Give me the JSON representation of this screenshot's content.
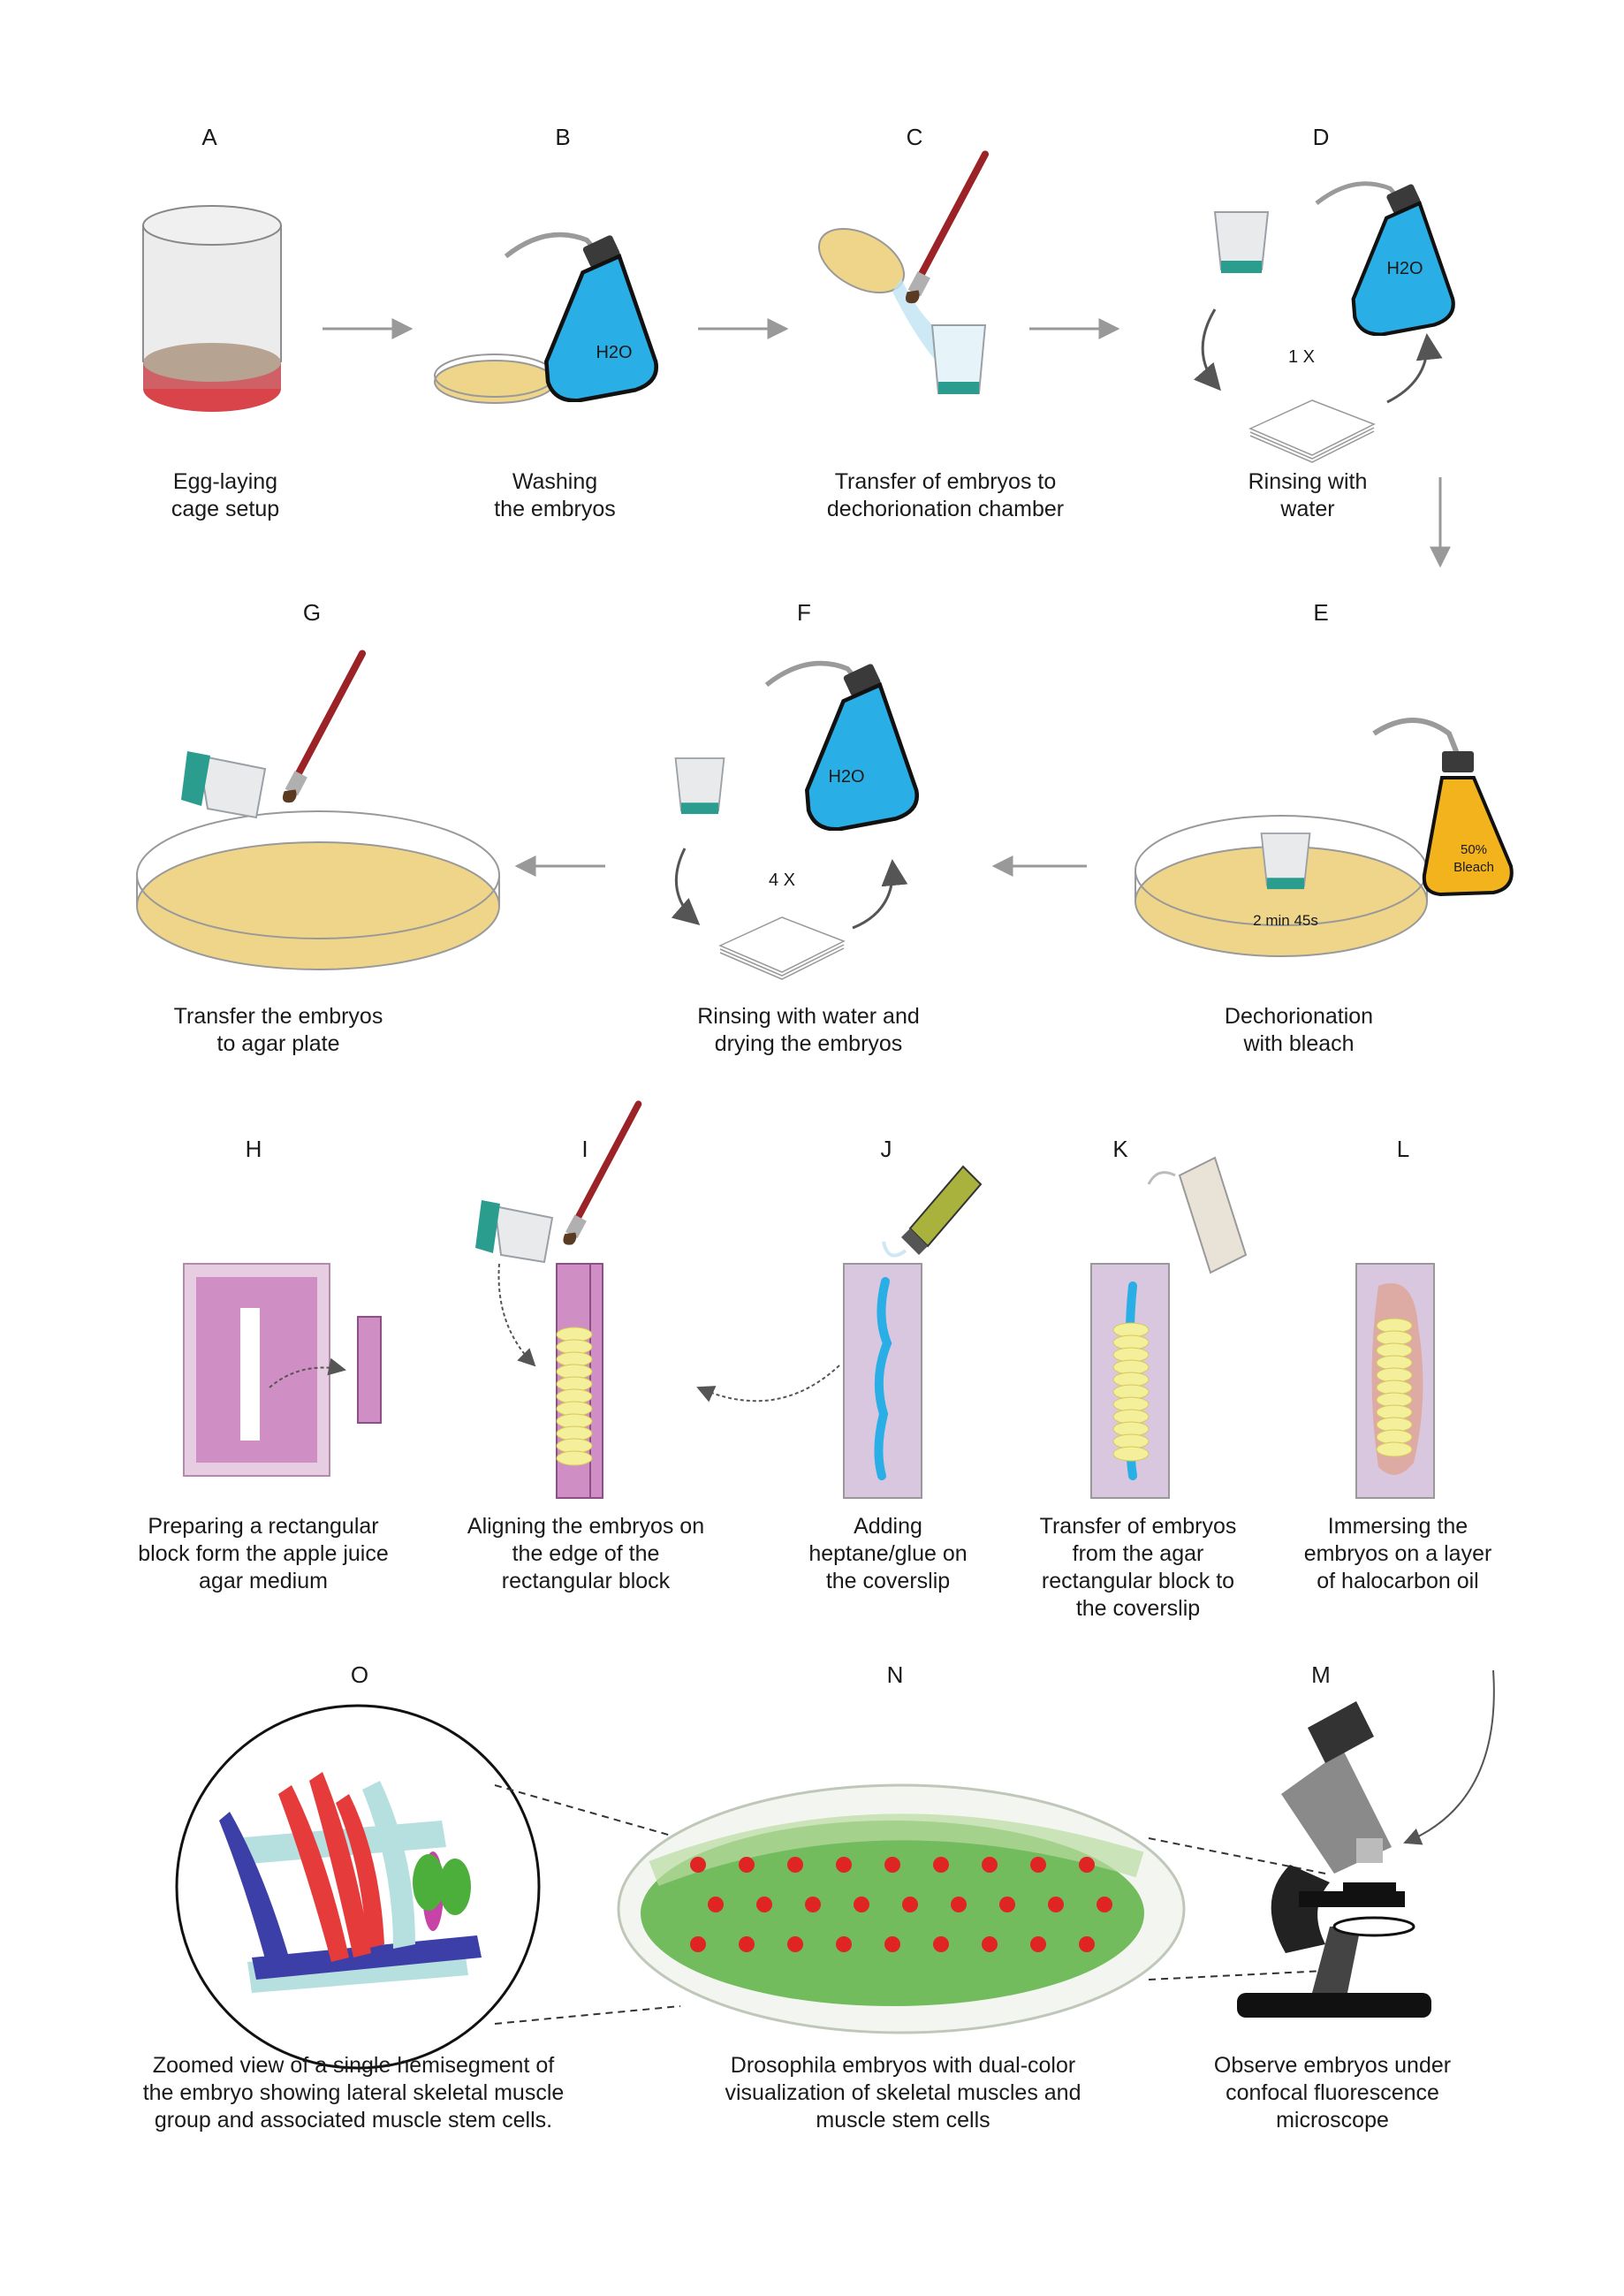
{
  "steps": {
    "A": {
      "letter": "A",
      "caption": [
        "Egg-laying",
        "cage setup"
      ]
    },
    "B": {
      "letter": "B",
      "caption": [
        "Washing",
        "the embryos"
      ]
    },
    "C": {
      "letter": "C",
      "caption": [
        "Transfer of embryos to",
        "dechorionation chamber"
      ]
    },
    "D": {
      "letter": "D",
      "caption": [
        "Rinsing with",
        "water"
      ]
    },
    "E": {
      "letter": "E",
      "caption": [
        "Dechorionation",
        "with bleach"
      ]
    },
    "F": {
      "letter": "F",
      "caption": [
        "Rinsing with water and",
        "drying the embryos"
      ]
    },
    "G": {
      "letter": "G",
      "caption": [
        "Transfer the embryos",
        "to agar plate"
      ]
    },
    "H": {
      "letter": "H",
      "caption": [
        "Preparing a rectangular",
        "block form the apple juice",
        "agar medium"
      ]
    },
    "I": {
      "letter": "I",
      "caption": [
        "Aligning the embryos on",
        "the edge of the",
        "rectangular block"
      ]
    },
    "J": {
      "letter": "J",
      "caption": [
        "Adding",
        "heptane/glue on",
        "the coverslip"
      ]
    },
    "K": {
      "letter": "K",
      "caption": [
        "Transfer of embryos",
        "from the agar",
        "rectangular block to",
        "the coverslip"
      ]
    },
    "L": {
      "letter": "L",
      "caption": [
        "Immersing the",
        "embryos on a layer",
        "of halocarbon oil"
      ]
    },
    "M": {
      "letter": "M",
      "caption": [
        "Observe embryos under",
        "confocal fluorescence",
        "microscope"
      ]
    },
    "N": {
      "letter": "N",
      "caption": [
        "Drosophila embryos with dual-color",
        "visualization of skeletal muscles and",
        "muscle stem cells"
      ]
    },
    "O": {
      "letter": "O",
      "caption": [
        "Zoomed view of a single hemisegment of",
        "the embryo showing lateral skeletal muscle",
        "group and associated muscle stem cells."
      ]
    }
  },
  "inline_text": {
    "water_formula": "H2O",
    "repeat_once": "1 X",
    "repeat_four": "4 X",
    "bleach_label_1": "50%",
    "bleach_label_2": "Bleach",
    "timer": "2 min 45s"
  },
  "colors": {
    "water_blue": "#29aee6",
    "agar_yellow": "#efd58a",
    "cage_red": "#d9444b",
    "cup_teal": "#2a9d8f",
    "block_pink": "#cf8fc4",
    "coverslip_lavender": "#d9c7e0",
    "brush_red": "#9b2226",
    "muscle_green": "#4fae3c",
    "stem_red": "#e02424",
    "arrow_gray": "#999999"
  }
}
